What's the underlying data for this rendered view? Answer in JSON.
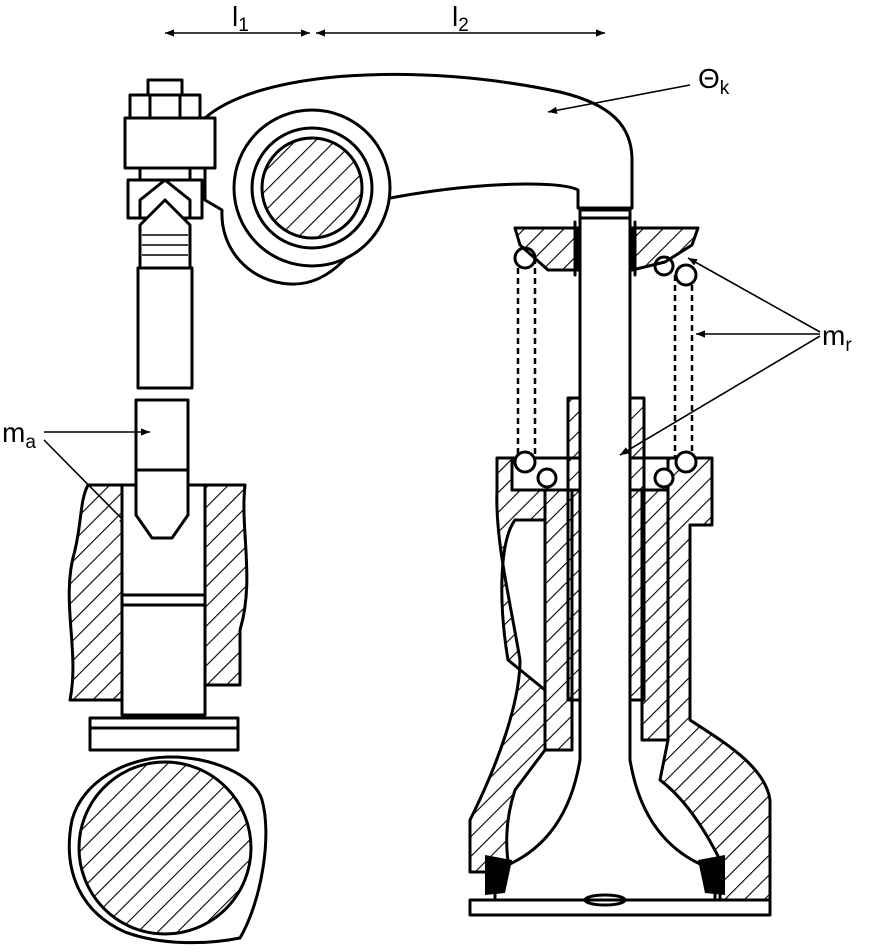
{
  "labels": {
    "l1_main": "l",
    "l1_sub": "1",
    "l2_main": "l",
    "l2_sub": "2",
    "theta_main": "Θ",
    "theta_sub": "k",
    "ma_main": "m",
    "ma_sub": "a",
    "mr_main": "m",
    "mr_sub": "r"
  }
}
